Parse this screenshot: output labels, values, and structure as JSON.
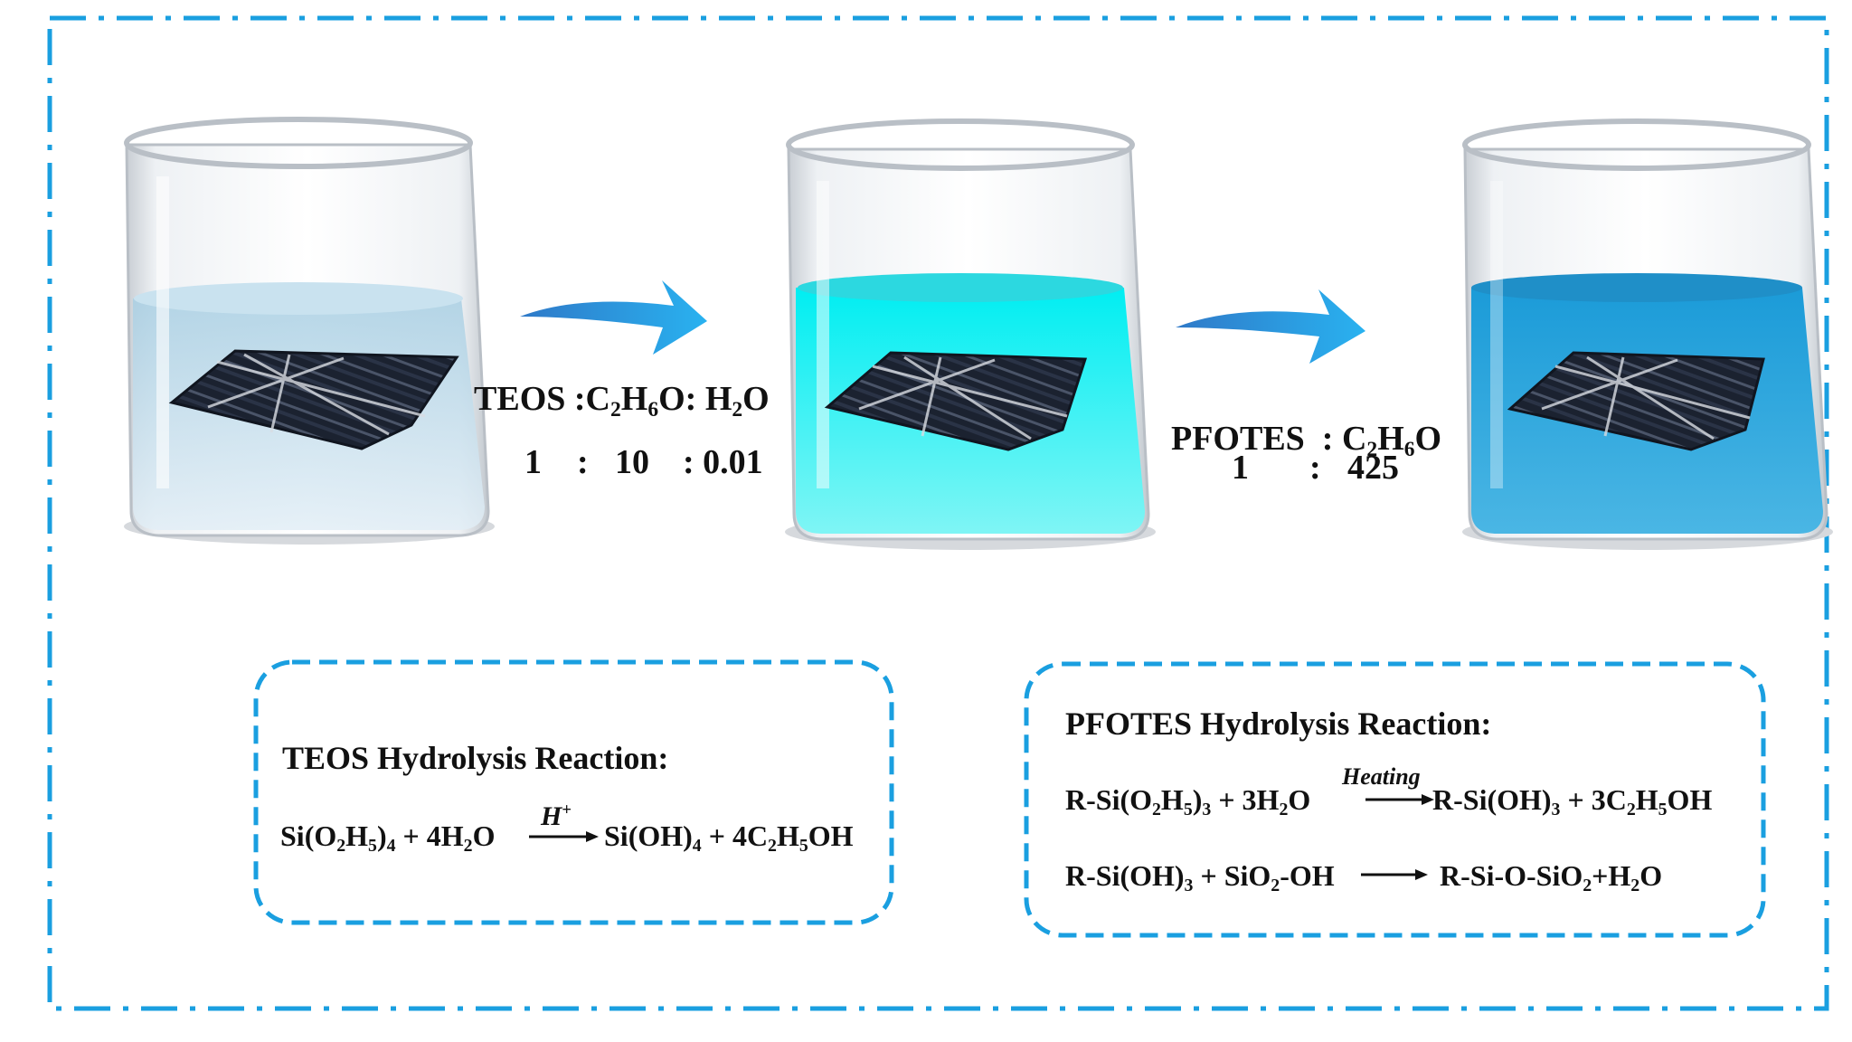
{
  "step1": {
    "reagents_parts": [
      "TEOS :C",
      "2",
      "H",
      "6",
      "O: H",
      "2",
      "O"
    ],
    "ratio": [
      "1",
      ":",
      "10",
      ": 0.01"
    ]
  },
  "step2": {
    "reagents_parts": [
      "PFOTES  : C",
      "2",
      "H",
      "6",
      "O"
    ],
    "ratio": [
      "1",
      ":",
      "425"
    ]
  },
  "teos_box": {
    "title": "TEOS Hydrolysis Reaction:",
    "lhs_parts": [
      "Si(O",
      "2",
      "H",
      "5",
      ")",
      "4",
      " + 4H",
      "2",
      "O"
    ],
    "catalyst": "H",
    "catalyst_sup": "+",
    "rhs_parts": [
      "Si(OH)",
      "4",
      " + 4C",
      "2",
      "H",
      "5",
      "OH"
    ]
  },
  "pfotes_box": {
    "title": "PFOTES Hydrolysis Reaction:",
    "r1_lhs_parts": [
      "R-Si(O",
      "2",
      "H",
      "5",
      ")",
      "3",
      " + 3H",
      "2",
      "O"
    ],
    "r1_condition": "Heating",
    "r1_rhs_parts": [
      "R-Si(OH)",
      "3",
      " + 3C",
      "2",
      "H",
      "5",
      "OH"
    ],
    "r2_lhs_parts": [
      "R-Si(OH)",
      "3",
      " + SiO",
      "2",
      "-OH"
    ],
    "r2_rhs_parts": [
      "R-Si-O-SiO",
      "2",
      "+H",
      "2",
      "O"
    ]
  },
  "colors": {
    "border": "#1a9fe0",
    "liquid_clear": "#b9d9ea",
    "liquid_cyan": "#00f0f0",
    "liquid_blue": "#1ea2dc",
    "arrow": "#1e9fe3",
    "fiber": "#1b2230"
  }
}
